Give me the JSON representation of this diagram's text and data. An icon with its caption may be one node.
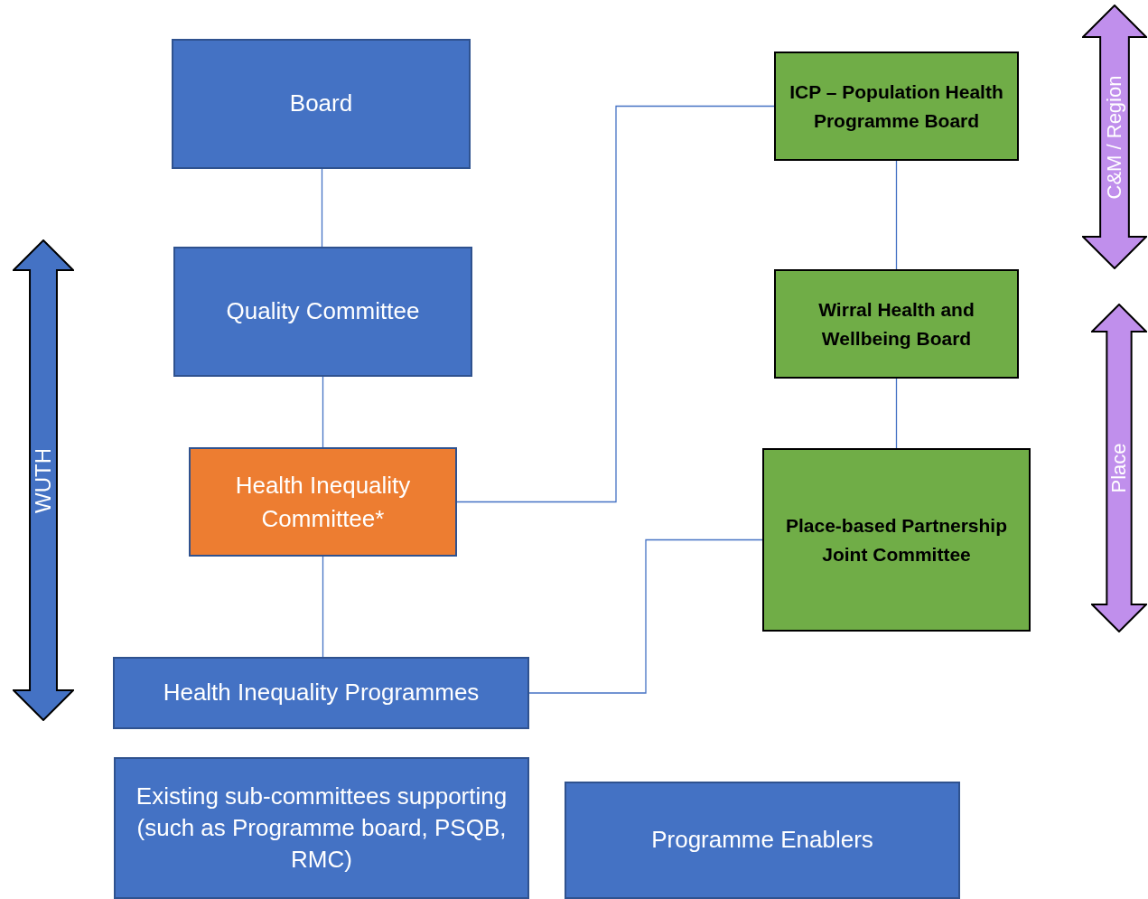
{
  "diagram": {
    "nodes": [
      {
        "text": [
          "Board"
        ]
      },
      {
        "text": [
          "Quality Committee"
        ]
      },
      {
        "text": [
          "Health Inequality Committee*"
        ]
      },
      {
        "text": [
          "Health Inequality Programmes"
        ]
      },
      {
        "text": [
          "Existing sub-committees supporting (such as Programme board, PSQB, RMC)"
        ]
      },
      {
        "text": [
          "Programme Enablers"
        ]
      },
      {
        "text": [
          "ICP – Population Health Programme Board"
        ]
      },
      {
        "text": [
          "Wirral Health and Wellbeing Board"
        ]
      },
      {
        "text": [
          "Place-based Partnership Joint Committee"
        ]
      },
      {
        "text": [
          "WUTH"
        ]
      },
      {
        "text": [
          "C&M / Region"
        ]
      },
      {
        "text": [
          "Place"
        ]
      }
    ],
    "edges": [
      {
        "from": 0,
        "to": 1,
        "arrow": "none"
      },
      {
        "from": 1,
        "to": 2,
        "arrow": "none"
      },
      {
        "from": 2,
        "to": 3,
        "arrow": "none"
      },
      {
        "from": 6,
        "to": 7,
        "arrow": "none"
      },
      {
        "from": 7,
        "to": 8,
        "arrow": "none"
      },
      {
        "from": 2,
        "to": 6,
        "arrow": "none"
      },
      {
        "from": 3,
        "to": 8,
        "arrow": "none"
      }
    ]
  }
}
